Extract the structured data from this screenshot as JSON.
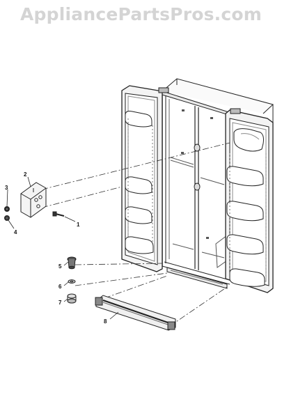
{
  "watermark": "AppliancePartsPros.com",
  "callouts": [
    {
      "id": "1",
      "label": "1"
    },
    {
      "id": "2",
      "label": "2"
    },
    {
      "id": "3",
      "label": "3"
    },
    {
      "id": "4",
      "label": "4"
    },
    {
      "id": "5",
      "label": "5"
    },
    {
      "id": "6",
      "label": "6"
    },
    {
      "id": "7",
      "label": "7"
    },
    {
      "id": "8",
      "label": "8"
    }
  ]
}
